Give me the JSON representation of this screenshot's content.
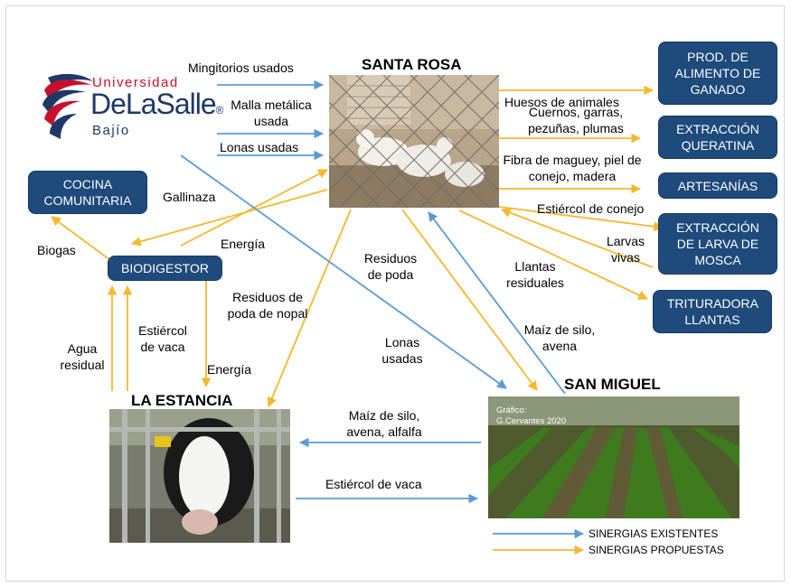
{
  "logo": {
    "line1": "Universidad",
    "brand": "DeLaSalle",
    "registered": "®",
    "line3": "Bajío"
  },
  "nodes": {
    "santa_rosa": "SANTA ROSA",
    "la_estancia": "LA ESTANCIA",
    "san_miguel": "SAN MIGUEL"
  },
  "boxes": {
    "prod_alimento": "PROD. DE ALIMENTO DE GANADO",
    "queratina": "EXTRACCIÓN QUERATINA",
    "artesanias": "ARTESANÍAS",
    "larva": "EXTRACCIÓN DE LARVA DE MOSCA",
    "trituradora": "TRITURADORA LLANTAS",
    "cocina": "COCINA COMUNITARIA",
    "biodigestor": "BIODIGESTOR"
  },
  "labels": {
    "mingitorios": "Mingitorios usados",
    "malla": "Malla metálica usada",
    "lonas_in": "Lonas usadas",
    "gallinaza": "Gallinaza",
    "energia_top": "Energía",
    "biogas": "Biogas",
    "huesos": "Huesos de animales",
    "cuernos": "Cuernos, garras, pezuñas, plumas",
    "fibra": "Fibra de maguey, piel de conejo, madera",
    "estiercol_conejo": "Estiércol de conejo",
    "larvas": "Larvas vivas",
    "llantas": "Llantas residuales",
    "residuos_poda": "Residuos de poda",
    "residuos_nopal": "Residuos de poda de nopal",
    "energia_bottom": "Energía",
    "estiercol_vaca_v": "Estiércol de vaca",
    "agua": "Agua residual",
    "lonas_usadas": "Lonas usadas",
    "maiz_avena": "Maíz de silo, avena",
    "maiz_alfalfa": "Maíz de silo, avena, alfalfa",
    "estiercol_vaca_h": "Estiércol de vaca"
  },
  "photo_credit": {
    "line1": "Gráfico:",
    "line2": "G.Cervantes 2020"
  },
  "legend": {
    "existing": "SINERGIAS EXISTENTES",
    "proposed": "SINERGIAS PROPUESTAS"
  },
  "colors": {
    "existing_arrow": "#5b9bd5",
    "proposed_arrow": "#f5b82e",
    "box_fill": "#1e4a7c",
    "logo_red": "#c8102e",
    "logo_navy": "#1f3868"
  }
}
